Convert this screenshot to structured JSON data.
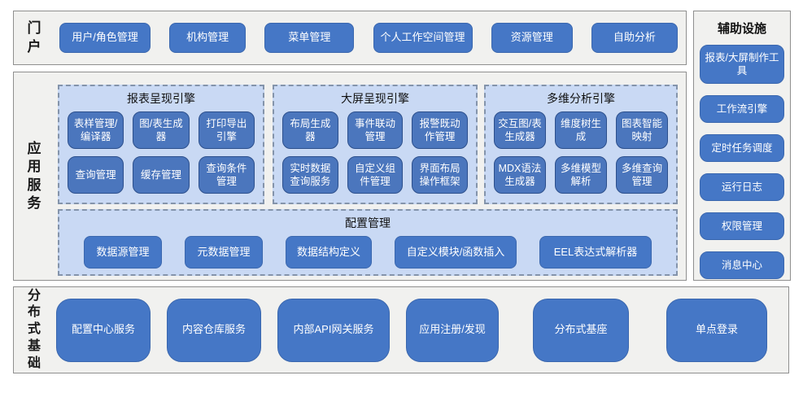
{
  "portal": {
    "label": "门户",
    "items": [
      "用户/角色管理",
      "机构管理",
      "菜单管理",
      "个人工作空间管理",
      "资源管理",
      "自助分析"
    ]
  },
  "app_services": {
    "label": "应用服务",
    "engines": [
      {
        "title": "报表呈现引擎",
        "items": [
          "表样管理/编译器",
          "图/表生成器",
          "打印导出引擎",
          "查询管理",
          "缓存管理",
          "查询条件管理"
        ]
      },
      {
        "title": "大屏呈现引擎",
        "items": [
          "布局生成器",
          "事件联动管理",
          "报警既动作管理",
          "实时数据查询服务",
          "自定义组件管理",
          "界面布局操作框架"
        ]
      },
      {
        "title": "多维分析引擎",
        "items": [
          "交互图/表生成器",
          "维度树生成",
          "图表智能映射",
          "MDX语法生成器",
          "多维模型解析",
          "多维查询管理"
        ]
      }
    ],
    "config": {
      "title": "配置管理",
      "items": [
        "数据源管理",
        "元数据管理",
        "数据结构定义",
        "自定义模块/函数插入",
        "EEL表达式解析器"
      ]
    }
  },
  "auxiliary": {
    "title": "辅助设施",
    "items": [
      "报表/大屏制作工具",
      "工作流引擎",
      "定时任务调度",
      "运行日志",
      "权限管理",
      "消息中心"
    ]
  },
  "distributed": {
    "label": "分布式基础",
    "items": [
      "配置中心服务",
      "内容仓库服务",
      "内部API网关服务",
      "应用注册/发现",
      "分布式基座",
      "单点登录"
    ]
  },
  "colors": {
    "button_blue": "#4577c6",
    "engine_button_blue": "#4b76bd",
    "panel_light_blue": "#c9d9f4",
    "section_gray": "#f1f1ef"
  }
}
